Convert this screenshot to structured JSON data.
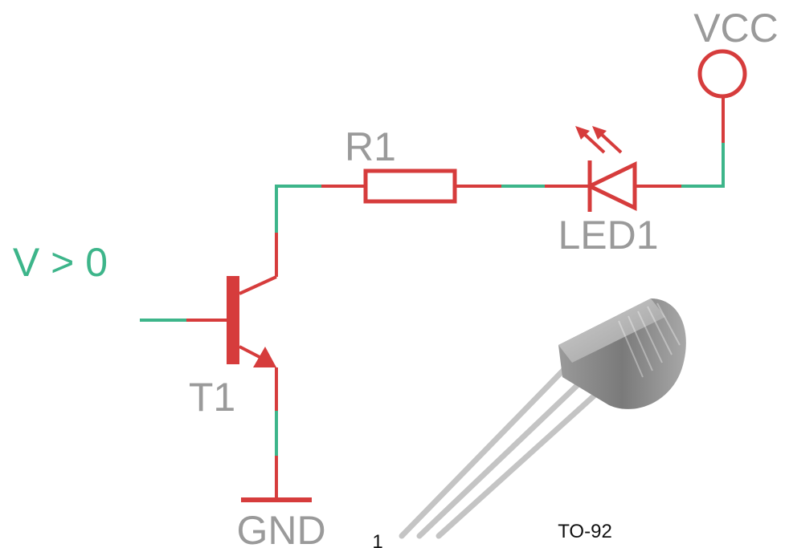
{
  "labels": {
    "vcc": "VCC",
    "resistor": "R1",
    "led": "LED1",
    "input": "V > 0",
    "transistor": "T1",
    "ground": "GND",
    "package": "TO-92",
    "pin_one": "1"
  },
  "colors": {
    "wire_green": "#3db58a",
    "component_red": "#d63c3c",
    "label_gray": "#9a9a9a",
    "input_label_green": "#3db58a",
    "package_body": "#8a8a8a",
    "package_top": "#b9b9b9",
    "lead": "#c4c4c4"
  }
}
